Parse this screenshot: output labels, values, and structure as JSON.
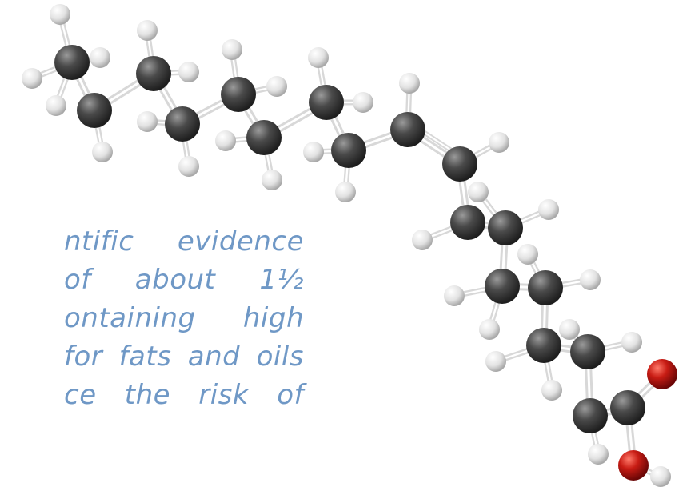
{
  "quote": {
    "lines": [
      "ntific evidence",
      "of about 1½",
      "ontaining high",
      "for fats and oils",
      "ce the risk of"
    ]
  },
  "molecule": {
    "atom_colors": {
      "carbon": "#3a3a3a",
      "hydrogen": "#e8e8e8",
      "oxygen": "#c01818"
    },
    "bond_color": "#eeeeee"
  }
}
